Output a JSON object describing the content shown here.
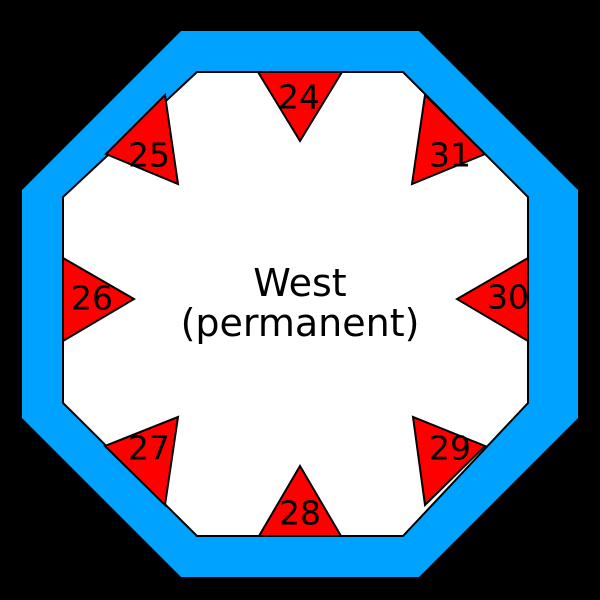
{
  "diagram": {
    "title": "West (permanent)",
    "background_color": "#000000",
    "ring_color": "#00A2FF",
    "field_color": "#FFFFFF",
    "marker_color": "#FF0000",
    "outline_color": "#000000",
    "center_label": {
      "line1": "West",
      "line2": "(permanent)"
    },
    "shape": "octagon",
    "markers": [
      {
        "id": "24",
        "label": "24",
        "position": "top",
        "direction": "down"
      },
      {
        "id": "25",
        "label": "25",
        "position": "top-left",
        "direction": "down-right"
      },
      {
        "id": "26",
        "label": "26",
        "position": "left",
        "direction": "right"
      },
      {
        "id": "27",
        "label": "27",
        "position": "bottom-left",
        "direction": "up-right"
      },
      {
        "id": "28",
        "label": "28",
        "position": "bottom",
        "direction": "up"
      },
      {
        "id": "29",
        "label": "29",
        "position": "bottom-right",
        "direction": "up-left"
      },
      {
        "id": "30",
        "label": "30",
        "position": "right",
        "direction": "left"
      },
      {
        "id": "31",
        "label": "31",
        "position": "top-right",
        "direction": "down-left"
      }
    ]
  }
}
